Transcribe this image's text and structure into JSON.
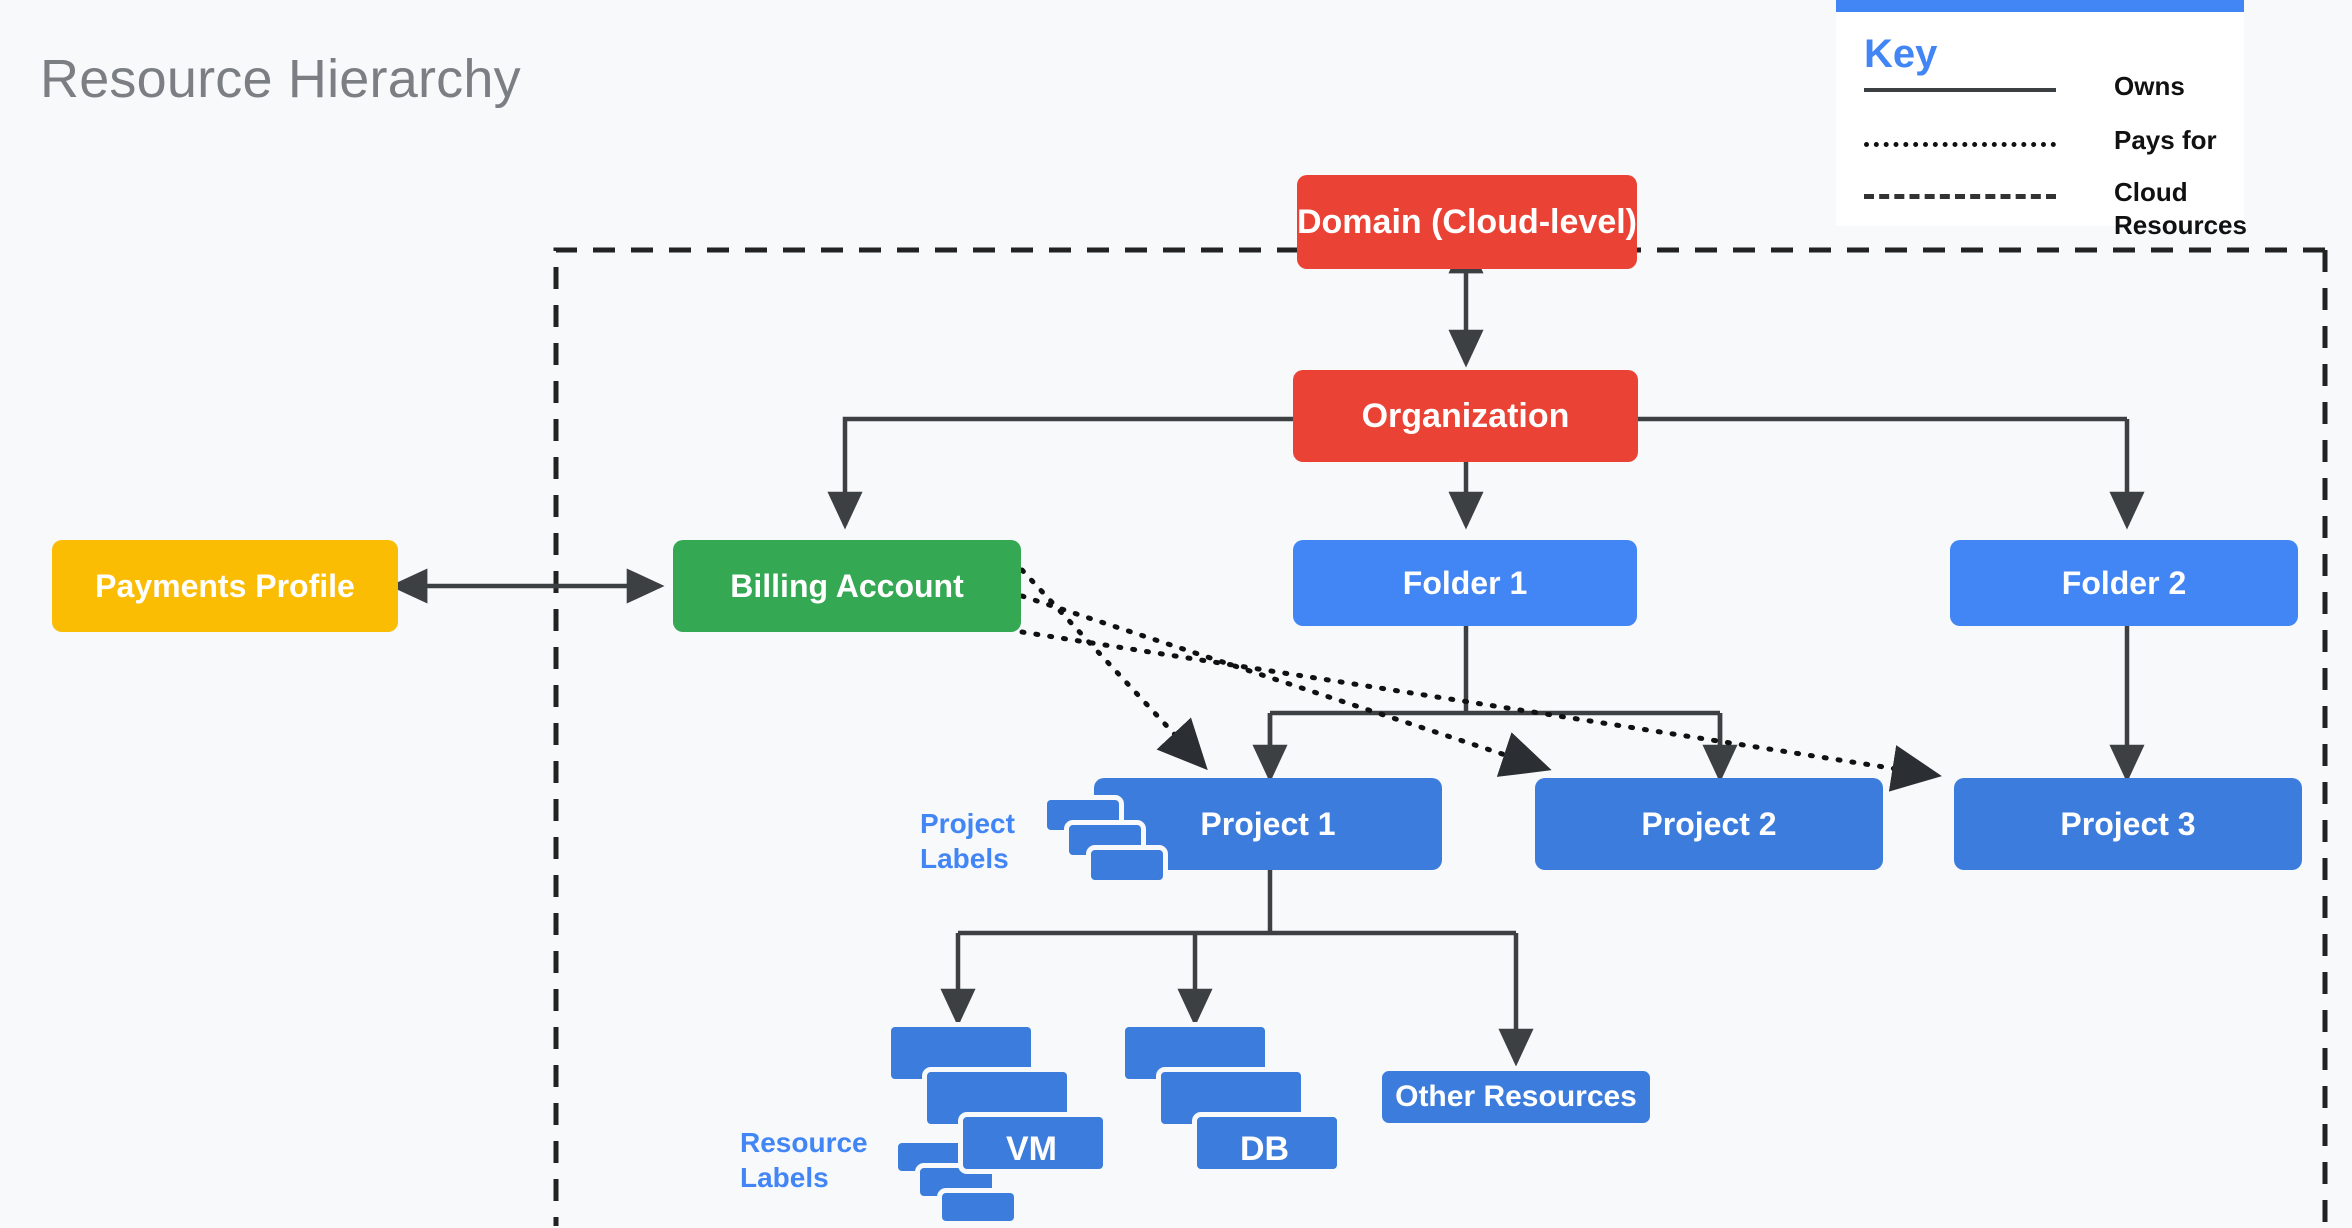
{
  "page": {
    "title": "Resource Hierarchy",
    "background": "#f7f9fb"
  },
  "colors": {
    "red": "#ea4335",
    "green": "#34a853",
    "amber": "#fbbc04",
    "folder_blue": "#4285f4",
    "project_blue": "#3c7cdc",
    "accent": "#4285f4",
    "line": "#3c4043",
    "title_gray": "#7b7f83"
  },
  "key": {
    "title": "Key",
    "rows": [
      {
        "style": "solid",
        "label": "Owns"
      },
      {
        "style": "dotted",
        "label": "Pays for"
      },
      {
        "style": "dashed",
        "label": "Cloud Resources"
      }
    ]
  },
  "nodes": {
    "domain": {
      "label": "Domain (Cloud-level)"
    },
    "organization": {
      "label": "Organization"
    },
    "payments": {
      "label": "Payments Profile"
    },
    "billing": {
      "label": "Billing Account"
    },
    "folder1": {
      "label": "Folder 1"
    },
    "folder2": {
      "label": "Folder 2"
    },
    "project1": {
      "label": "Project 1"
    },
    "project2": {
      "label": "Project 2"
    },
    "project3": {
      "label": "Project 3"
    },
    "vm": {
      "label": "VM"
    },
    "db": {
      "label": "DB"
    },
    "other": {
      "label": "Other Resources"
    }
  },
  "annotations": {
    "project_labels": "Project\nLabels",
    "project_labels_line1": "Project",
    "project_labels_line2": "Labels",
    "resource_labels_line1": "Resource",
    "resource_labels_line2": "Labels"
  },
  "boundary": {
    "name": "cloud-resources-boundary",
    "style": "dashed"
  },
  "relations": [
    {
      "from": "domain",
      "to": "organization",
      "type": "owns",
      "arrow": "both"
    },
    {
      "from": "organization",
      "to": "billing",
      "type": "owns",
      "arrow": "end"
    },
    {
      "from": "organization",
      "to": "folder1",
      "type": "owns",
      "arrow": "end"
    },
    {
      "from": "organization",
      "to": "folder2",
      "type": "owns",
      "arrow": "end"
    },
    {
      "from": "payments",
      "to": "billing",
      "type": "owns",
      "arrow": "both"
    },
    {
      "from": "folder1",
      "to": "project1",
      "type": "owns",
      "arrow": "end"
    },
    {
      "from": "folder1",
      "to": "project2",
      "type": "owns",
      "arrow": "end"
    },
    {
      "from": "folder2",
      "to": "project3",
      "type": "owns",
      "arrow": "end"
    },
    {
      "from": "project1",
      "to": "vm",
      "type": "owns",
      "arrow": "end"
    },
    {
      "from": "project1",
      "to": "db",
      "type": "owns",
      "arrow": "end"
    },
    {
      "from": "project1",
      "to": "other",
      "type": "owns",
      "arrow": "end"
    },
    {
      "from": "billing",
      "to": "project1",
      "type": "pays-for",
      "arrow": "end"
    },
    {
      "from": "billing",
      "to": "project2",
      "type": "pays-for",
      "arrow": "end"
    },
    {
      "from": "billing",
      "to": "project3",
      "type": "pays-for",
      "arrow": "end"
    }
  ]
}
